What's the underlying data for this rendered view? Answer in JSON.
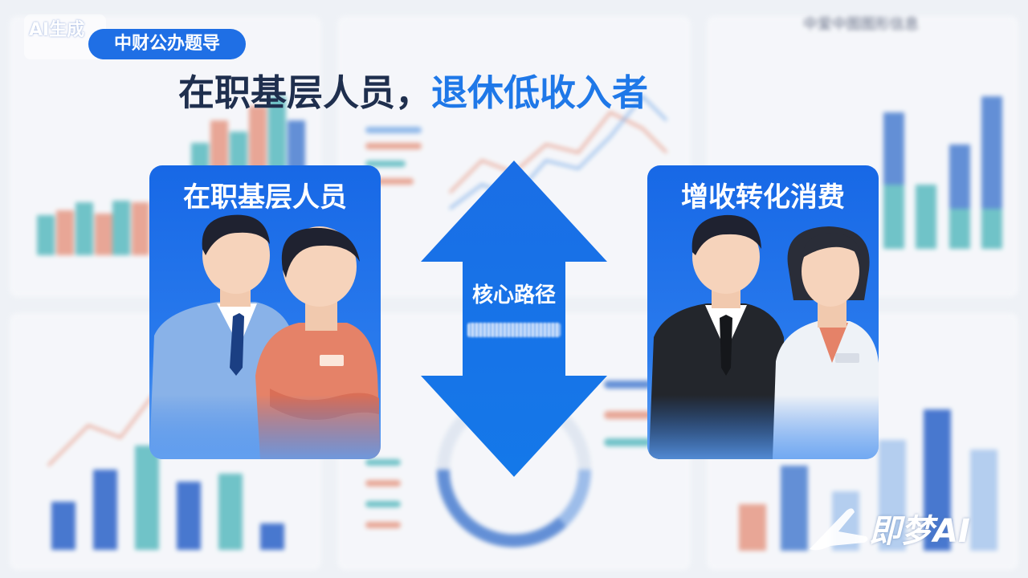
{
  "badge": {
    "ai_label": "AI生成"
  },
  "source_tag": "中财公办题导",
  "headline": {
    "part1": "在职基层人员，",
    "part2": "退休低收入者"
  },
  "cards": {
    "left": {
      "title": "在职基层人员"
    },
    "right": {
      "title": "增收转化消费"
    }
  },
  "arrow": {
    "label": "核心路径"
  },
  "background": {
    "corner_text": "中爱中图图形信息"
  },
  "watermark": {
    "text": "即梦AI"
  },
  "colors": {
    "brand_blue": "#1f6fe5",
    "accent_blue": "#1f78e8",
    "headline_dark": "#1f2f4e"
  }
}
